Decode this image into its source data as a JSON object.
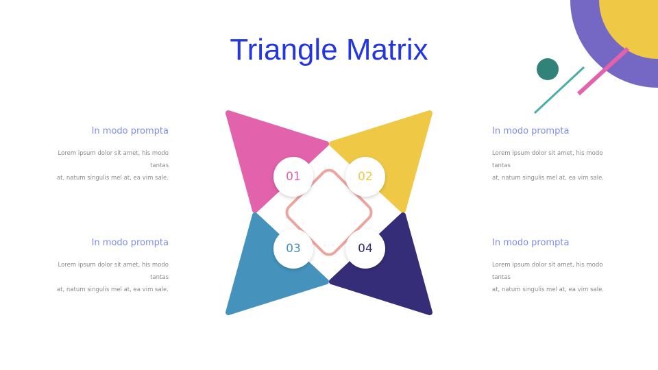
{
  "title": "Triangle Matrix",
  "colors": {
    "title": "#2436e0",
    "heading": "#7f8ce6",
    "body_text": "#8a8a8a",
    "pink": "#e262ab",
    "yellow": "#efc946",
    "blue": "#4593bd",
    "navy": "#352d77",
    "connector": "#eda49e",
    "deco_purple": "#7468c4",
    "deco_yellow": "#efc946",
    "deco_teal_dot": "#318279",
    "deco_teal_line": "#4aada7",
    "deco_pink_line": "#e262ab"
  },
  "items": [
    {
      "number": "01",
      "heading": "In modo prompta",
      "body_line1": "Lorem ipsum dolor sit amet, his modo tantas",
      "body_line2": "at, natum singulis mel at, ea vim sale."
    },
    {
      "number": "02",
      "heading": "In modo prompta",
      "body_line1": "Lorem ipsum dolor sit amet, his modo tantas",
      "body_line2": "at, natum singulis mel at, ea vim sale."
    },
    {
      "number": "03",
      "heading": "In modo prompta",
      "body_line1": "Lorem ipsum dolor sit amet, his modo tantas",
      "body_line2": "at, natum singulis mel at, ea vim sale."
    },
    {
      "number": "04",
      "heading": "In modo prompta",
      "body_line1": "Lorem ipsum dolor sit amet, his modo tantas",
      "body_line2": "at, natum singulis mel at, ea vim sale."
    }
  ]
}
